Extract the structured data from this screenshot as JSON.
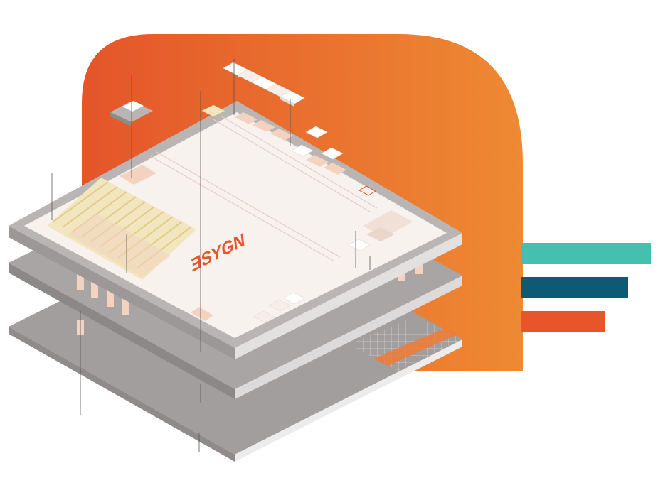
{
  "illustration": {
    "logo_text": "ƎSYGN",
    "colors": {
      "backdrop_start": "#E4552A",
      "backdrop_end": "#EE8A33",
      "accent_orange": "#E8552B",
      "teal": "#45C0AE",
      "navy": "#0C5A73",
      "board_top": "#F8F2EF",
      "board_rim": "#B9B5B4",
      "board_side": "#9C9897",
      "layer_mid": "#A9A5A4",
      "layer_bottom": "#A29E9D",
      "component_light": "#F6EEE9",
      "component_peach": "#F3D3C0",
      "gold_pins": "#F2E6BE"
    },
    "accent_bars": [
      "teal",
      "navy",
      "orange"
    ]
  }
}
